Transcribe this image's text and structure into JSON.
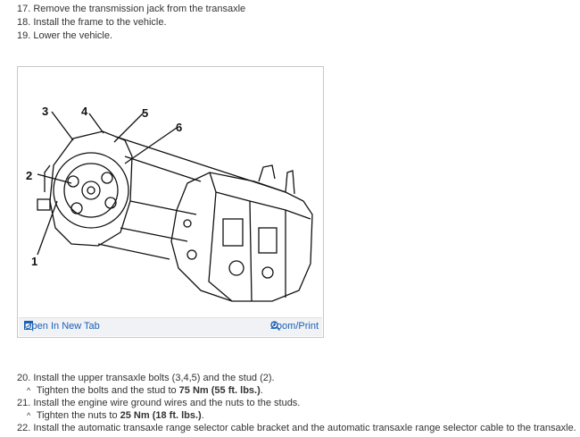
{
  "steps_top": [
    "17. Remove the transmission jack from the transaxle",
    "18. Install the frame to the vehicle.",
    "19. Lower the vehicle."
  ],
  "figure": {
    "callouts": [
      "3",
      "4",
      "5",
      "6",
      "2",
      "1"
    ],
    "open_link": "Open In New Tab",
    "zoom_link": "Zoom/Print"
  },
  "steps_bottom": {
    "s20": "20. Install the upper transaxle bolts (3,4,5) and the stud (2).",
    "s20a_prefix": "Tighten the bolts and the stud to ",
    "s20a_bold": "75 Nm (55 ft. lbs.)",
    "s20a_suffix": ".",
    "s21": "21. Install the engine wire ground wires and the nuts to the studs.",
    "s21a_prefix": "Tighten the nuts to ",
    "s21a_bold": "25 Nm (18 ft. lbs.)",
    "s21a_suffix": ".",
    "s22": "22. Install the automatic transaxle range selector cable bracket and the automatic transaxle range selector cable to the transaxle.",
    "caret": "^"
  }
}
